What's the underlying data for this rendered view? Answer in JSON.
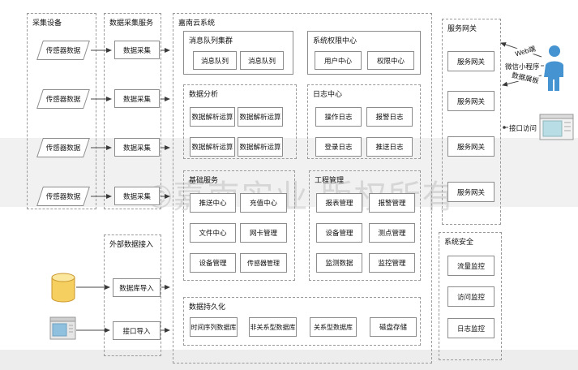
{
  "watermark": "©嘉南实业 版权所有",
  "left_panel": {
    "title": "采集设备",
    "items": [
      "传感器数据",
      "传感器数据",
      "传感器数据",
      "传感器数据"
    ]
  },
  "collect_panel": {
    "title": "数据采集服务",
    "items": [
      "数据采集",
      "数据采集",
      "数据采集",
      "数据采集"
    ]
  },
  "external_panel": {
    "title": "外部数据接入",
    "items": [
      "数据库导入",
      "接口导入"
    ]
  },
  "cloud": {
    "title": "嘉南云系统",
    "mq": {
      "title": "消息队列集群",
      "items": [
        "消息队列",
        "消息队列"
      ]
    },
    "auth": {
      "title": "系统权限中心",
      "items": [
        "用户中心",
        "权限中心"
      ]
    },
    "analysis": {
      "title": "数据分析",
      "items": [
        "数据解析运算",
        "数据解析运算",
        "数据解析运算",
        "数据解析运算"
      ]
    },
    "log": {
      "title": "日志中心",
      "items": [
        "操作日志",
        "报警日志",
        "登录日志",
        "推送日志"
      ]
    },
    "basic": {
      "title": "基础服务",
      "items": [
        "推送中心",
        "充值中心",
        "文件中心",
        "网卡管理",
        "设备管理",
        "传感器管理"
      ]
    },
    "project": {
      "title": "工程管理",
      "items": [
        "报表管理",
        "报警管理",
        "设备管理",
        "测点管理",
        "监测数据",
        "监控管理"
      ]
    },
    "persist": {
      "title": "数据持久化",
      "items": [
        "时间序列数据库",
        "非关系型数据库",
        "关系型数据库",
        "磁盘存储"
      ]
    }
  },
  "gateway_panel": {
    "title": "服务网关",
    "items": [
      "服务网关",
      "服务网关",
      "服务网关",
      "服务网关"
    ]
  },
  "security_panel": {
    "title": "系统安全",
    "items": [
      "流量监控",
      "访问监控",
      "日志监控"
    ]
  },
  "clients": {
    "web": "Web端",
    "wechat": "微信小程序",
    "board": "数据展板",
    "api": "接口访问"
  },
  "icons": {
    "user": "person-icon",
    "database": "database-cylinder-icon",
    "import_window": "app-window-icon",
    "api_window": "browser-window-icon"
  },
  "colors": {
    "person_blue": "#4593d0",
    "db_yellow": "#f5cf5f",
    "screen_blue": "#b9dde4",
    "band_gray": "#f1f1f1",
    "border_gray": "#8c8c8c",
    "watermark_gray": "#919191"
  }
}
